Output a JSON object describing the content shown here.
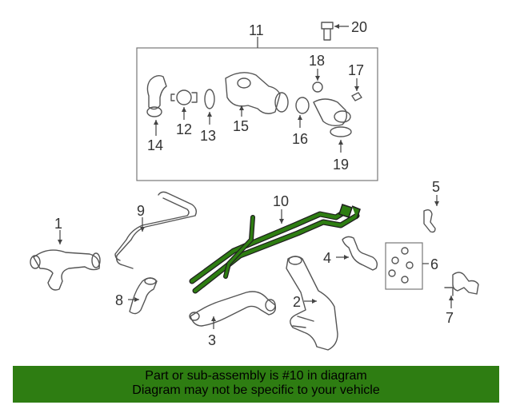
{
  "callouts": {
    "c1": "1",
    "c2": "2",
    "c3": "3",
    "c4": "4",
    "c5": "5",
    "c6": "6",
    "c7": "7",
    "c8": "8",
    "c9": "9",
    "c10": "10",
    "c11": "11",
    "c12": "12",
    "c13": "13",
    "c14": "14",
    "c15": "15",
    "c16": "16",
    "c17": "17",
    "c18": "18",
    "c19": "19",
    "c20": "20"
  },
  "highlight": {
    "part_number": "10",
    "color": "#2e7d12"
  },
  "banner": {
    "line1": "Part or sub-assembly is #10 in diagram",
    "line2": "Diagram may not be specific to your vehicle",
    "color": "#2e7d12"
  }
}
